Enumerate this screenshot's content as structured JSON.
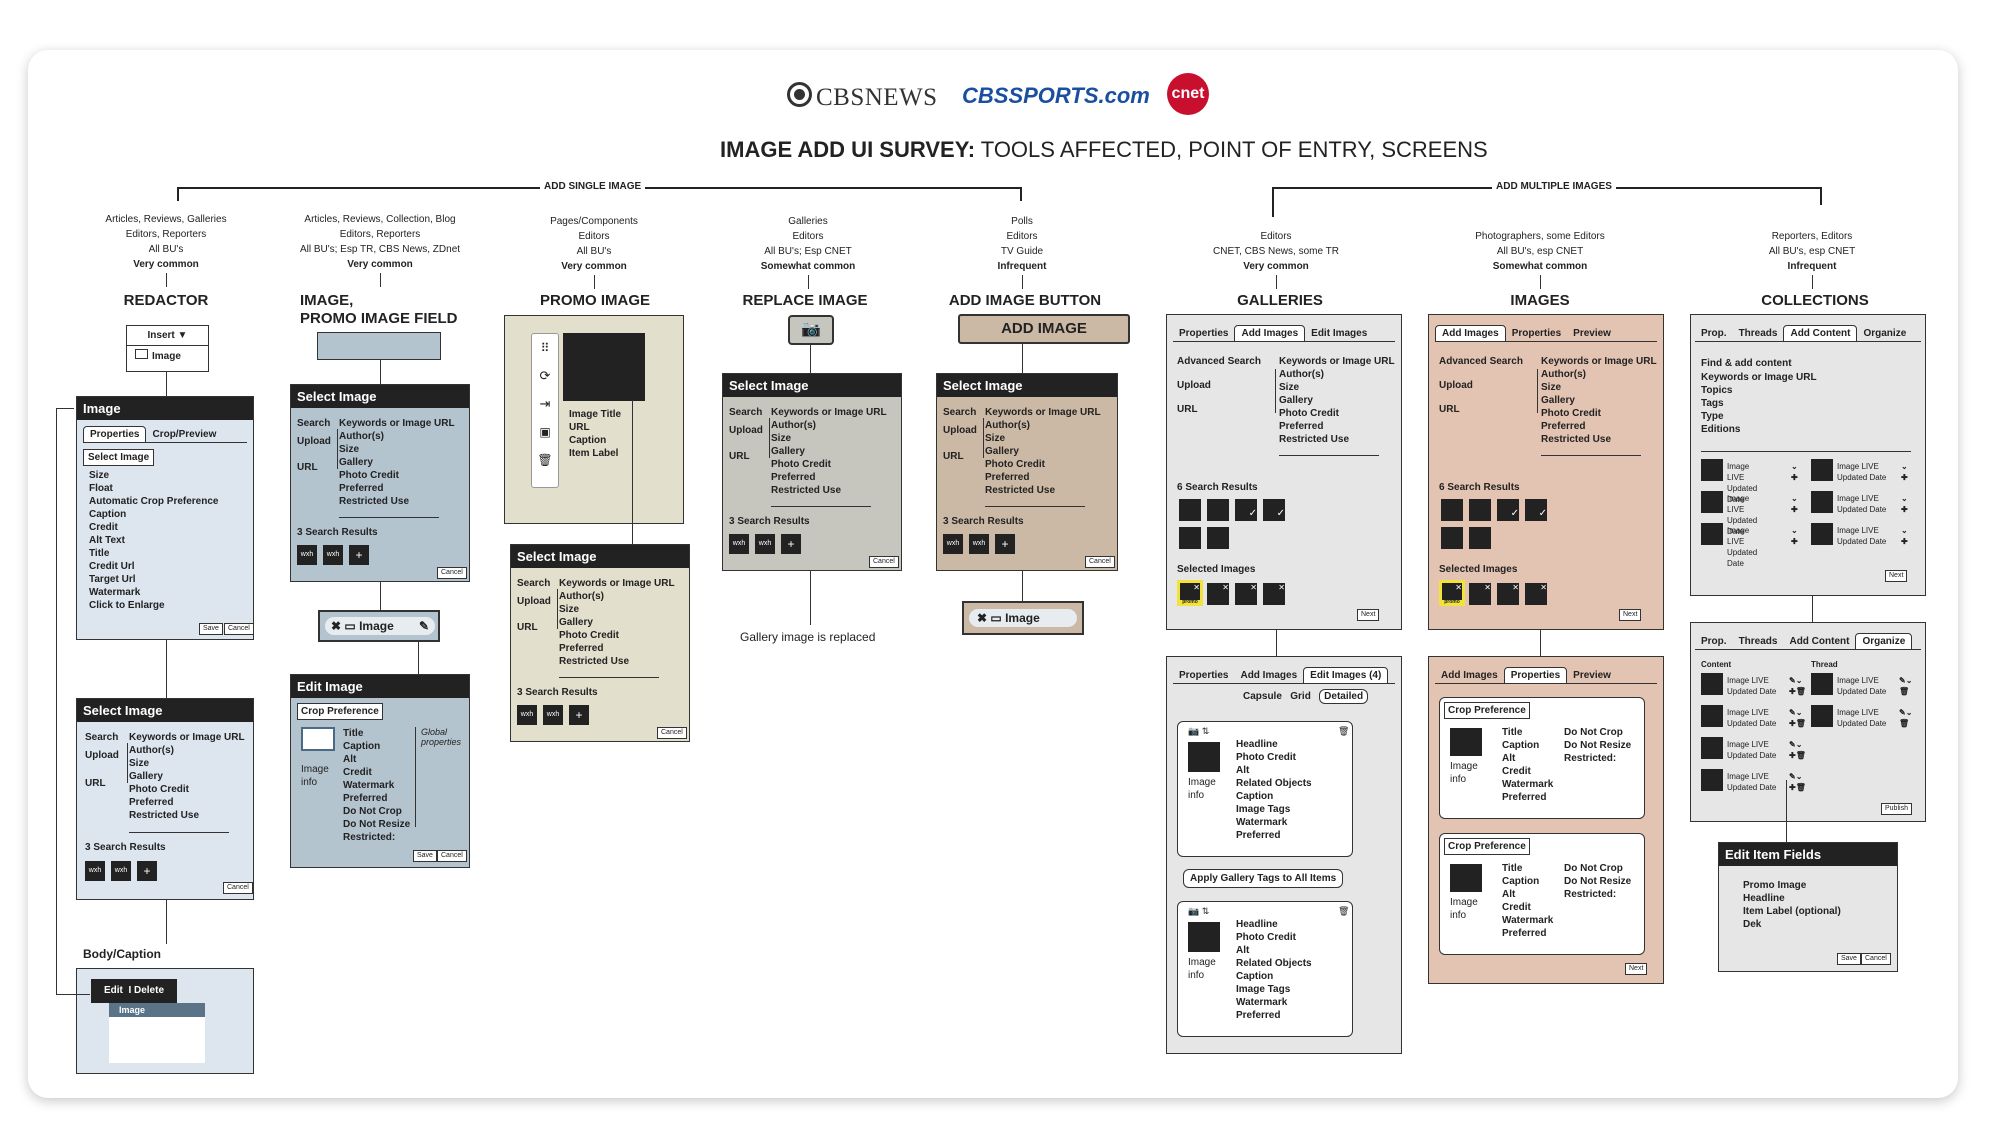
{
  "logos": {
    "cbsnews": "CBSNEWS",
    "cbssports": "CBSSPORTS.com",
    "cnet": "cnet"
  },
  "title": {
    "bold": "IMAGE ADD UI SURVEY:",
    "rest": " TOOLS AFFECTED, POINT OF ENTRY, SCREENS"
  },
  "brackets": {
    "single": "ADD SINGLE IMAGE",
    "multiple": "ADD MULTIPLE IMAGES"
  },
  "columns": [
    {
      "key": "redactor",
      "heading": "REDACTOR",
      "meta": [
        "Articles, Reviews, Galleries",
        "Editors, Reporters",
        "All BU's"
      ],
      "freq": "Very common"
    },
    {
      "key": "imagefield",
      "heading": "IMAGE,\nPROMO IMAGE FIELD",
      "meta": [
        "Articles, Reviews, Collection, Blog",
        "Editors, Reporters",
        "All BU's; Esp TR, CBS News, ZDnet"
      ],
      "freq": "Very common"
    },
    {
      "key": "promo",
      "heading": "PROMO IMAGE",
      "meta": [
        "Pages/Components",
        "Editors",
        "All BU's"
      ],
      "freq": "Very common"
    },
    {
      "key": "replace",
      "heading": "REPLACE IMAGE",
      "meta": [
        "Galleries",
        "Editors",
        "All BU's; Esp CNET"
      ],
      "freq": "Somewhat common"
    },
    {
      "key": "addbtn",
      "heading": "ADD IMAGE BUTTON",
      "meta": [
        "Polls",
        "Editors",
        "TV Guide"
      ],
      "freq": "Infrequent"
    },
    {
      "key": "galleries",
      "heading": "GALLERIES",
      "meta": [
        "Editors",
        "CNET, CBS News, some TR"
      ],
      "freq": "Very common"
    },
    {
      "key": "images",
      "heading": "IMAGES",
      "meta": [
        "Photographers, some Editors",
        "All BU's, esp CNET"
      ],
      "freq": "Somewhat common"
    },
    {
      "key": "collections",
      "heading": "COLLECTIONS",
      "meta": [
        "Reporters, Editors",
        "All BU's, esp CNET"
      ],
      "freq": "Infrequent"
    }
  ],
  "common": {
    "select_image": "Select Image",
    "search": "Search",
    "upload": "Upload",
    "url": "URL",
    "fields": [
      "Keywords or Image URL",
      "Author(s)",
      "Size",
      "Gallery",
      "Photo Credit",
      "Preferred",
      "Restricted Use"
    ],
    "promo_fields": [
      "Keywords or Image URL",
      "Author(s)",
      "Size",
      "Gallery",
      "Photo Credit",
      "Preferred",
      "Restricted Use"
    ],
    "results3": "3 Search Results",
    "wxh": "wxh",
    "plus": "+",
    "cancel": "Cancel",
    "save": "Save",
    "next": "Next",
    "publish": "Publish",
    "image": "Image"
  },
  "redactor": {
    "insert": "Insert",
    "insert_arrow": "▼",
    "image_item": "Image",
    "image_panel_title": "Image",
    "tabs": [
      "Properties",
      "Crop/Preview"
    ],
    "select_image_btn": "Select Image",
    "props": [
      "Size",
      "Float",
      "Automatic Crop Preference",
      "Caption",
      "Credit",
      "Alt Text",
      "Title",
      "Credit Url",
      "Target Url",
      "Watermark",
      "Click to Enlarge"
    ],
    "body_caption": "Body/Caption",
    "edit": "Edit",
    "sep": "I",
    "delete": "Delete",
    "body_image": "Image"
  },
  "imagefield": {
    "image_chip": "Image",
    "edit_image": "Edit Image",
    "crop_pref": "Crop Preference",
    "fields": [
      "Title",
      "Caption",
      "Alt",
      "Credit",
      "Watermark",
      "Preferred",
      "Do Not Crop",
      "Do Not Resize",
      "Restricted:"
    ],
    "image_info": "Image\ninfo",
    "global": "Global\nproperties"
  },
  "promo": {
    "fields": [
      "Image Title",
      "URL",
      "Caption",
      "Item Label"
    ]
  },
  "replace": {
    "note": "Gallery image is replaced"
  },
  "addbtn": {
    "button": "ADD IMAGE",
    "chip": "Image"
  },
  "galleries": {
    "tabs": [
      "Properties",
      "Add Images",
      "Edit Images"
    ],
    "adv": "Advanced Search",
    "results6": "6 Search Results",
    "selected": "Selected Images",
    "promo": "promo",
    "tabs2": [
      "Properties",
      "Add Images",
      "Edit Images (4)"
    ],
    "views": [
      "Capsule",
      "Grid",
      "Detailed"
    ],
    "item_fields": [
      "Headline",
      "Photo Credit",
      "Alt",
      "Related Objects",
      "Caption",
      "Image Tags",
      "Watermark",
      "Preferred"
    ],
    "apply": "Apply Gallery Tags to All Items",
    "image_info": "Image\ninfo"
  },
  "images": {
    "tabs": [
      "Add Images",
      "Properties",
      "Preview"
    ],
    "crop_fields": [
      "Title",
      "Caption",
      "Alt",
      "Credit",
      "Watermark",
      "Preferred"
    ],
    "crop_right": [
      "Do Not Crop",
      "Do Not Resize",
      "Restricted:"
    ]
  },
  "collections": {
    "tabs": [
      "Prop.",
      "Threads",
      "Add Content",
      "Organize"
    ],
    "find": "Find & add content",
    "fields": [
      "Keywords or Image URL",
      "Topics",
      "Tags",
      "Type",
      "Editions"
    ],
    "live": "Image  LIVE",
    "updated": "Updated Date",
    "content": "Content",
    "thread": "Thread",
    "edit_fields_title": "Edit Item Fields",
    "edit_fields": [
      "Promo Image",
      "Headline",
      "Item Label (optional)",
      "Dek"
    ]
  },
  "colors": {
    "redactor": "#dde6ef",
    "imagefield": "#b4c4cf",
    "promo": "#e2dfcc",
    "replace": "#c6c6bf",
    "addbtn": "#ccb9a5",
    "galleries": "#e6e6e6",
    "images": "#e3c3b2"
  }
}
